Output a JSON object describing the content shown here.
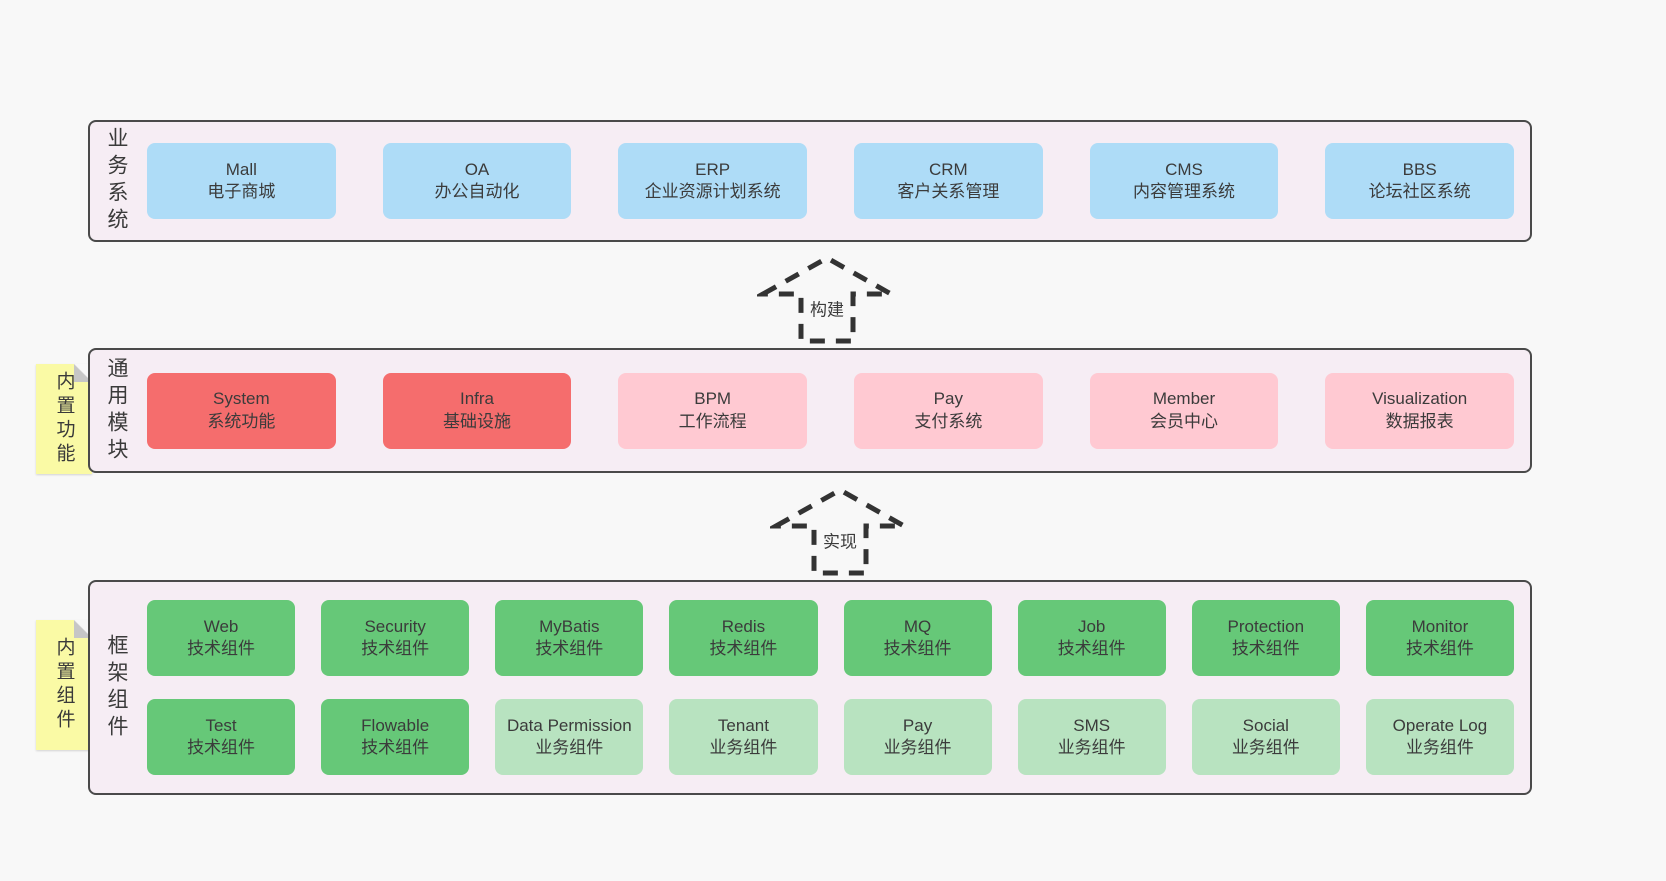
{
  "colors": {
    "page_bg": "#f8f8f8",
    "band_bg": "#f6edf4",
    "band_border": "#4a4a4a",
    "blue_box": "#aedcf7",
    "red_box": "#f56d6d",
    "pink_box": "#ffc9d2",
    "green_box": "#66c878",
    "light_green_box": "#b8e3c0",
    "sticky_yellow": "#fafaa5",
    "text": "#3b3b3b"
  },
  "arrows": [
    {
      "label": "构建"
    },
    {
      "label": "实现"
    }
  ],
  "stickies": [
    {
      "label": "内置功能"
    },
    {
      "label": "内置组件"
    }
  ],
  "bands": [
    {
      "label": "业务系统",
      "boxes": [
        {
          "name": "Mall",
          "subtitle": "电子商城"
        },
        {
          "name": "OA",
          "subtitle": "办公自动化"
        },
        {
          "name": "ERP",
          "subtitle": "企业资源计划系统"
        },
        {
          "name": "CRM",
          "subtitle": "客户关系管理"
        },
        {
          "name": "CMS",
          "subtitle": "内容管理系统"
        },
        {
          "name": "BBS",
          "subtitle": "论坛社区系统"
        }
      ]
    },
    {
      "label": "通用模块",
      "boxes": [
        {
          "name": "System",
          "subtitle": "系统功能"
        },
        {
          "name": "Infra",
          "subtitle": "基础设施"
        },
        {
          "name": "BPM",
          "subtitle": "工作流程"
        },
        {
          "name": "Pay",
          "subtitle": "支付系统"
        },
        {
          "name": "Member",
          "subtitle": "会员中心"
        },
        {
          "name": "Visualization",
          "subtitle": "数据报表"
        }
      ]
    },
    {
      "label": "框架组件",
      "rows": [
        [
          {
            "name": "Web",
            "subtitle": "技术组件"
          },
          {
            "name": "Security",
            "subtitle": "技术组件"
          },
          {
            "name": "MyBatis",
            "subtitle": "技术组件"
          },
          {
            "name": "Redis",
            "subtitle": "技术组件"
          },
          {
            "name": "MQ",
            "subtitle": "技术组件"
          },
          {
            "name": "Job",
            "subtitle": "技术组件"
          },
          {
            "name": "Protection",
            "subtitle": "技术组件"
          },
          {
            "name": "Monitor",
            "subtitle": "技术组件"
          }
        ],
        [
          {
            "name": "Test",
            "subtitle": "技术组件"
          },
          {
            "name": "Flowable",
            "subtitle": "技术组件"
          },
          {
            "name": "Data Permission",
            "subtitle": "业务组件"
          },
          {
            "name": "Tenant",
            "subtitle": "业务组件"
          },
          {
            "name": "Pay",
            "subtitle": "业务组件"
          },
          {
            "name": "SMS",
            "subtitle": "业务组件"
          },
          {
            "name": "Social",
            "subtitle": "业务组件"
          },
          {
            "name": "Operate Log",
            "subtitle": "业务组件"
          }
        ]
      ]
    }
  ]
}
